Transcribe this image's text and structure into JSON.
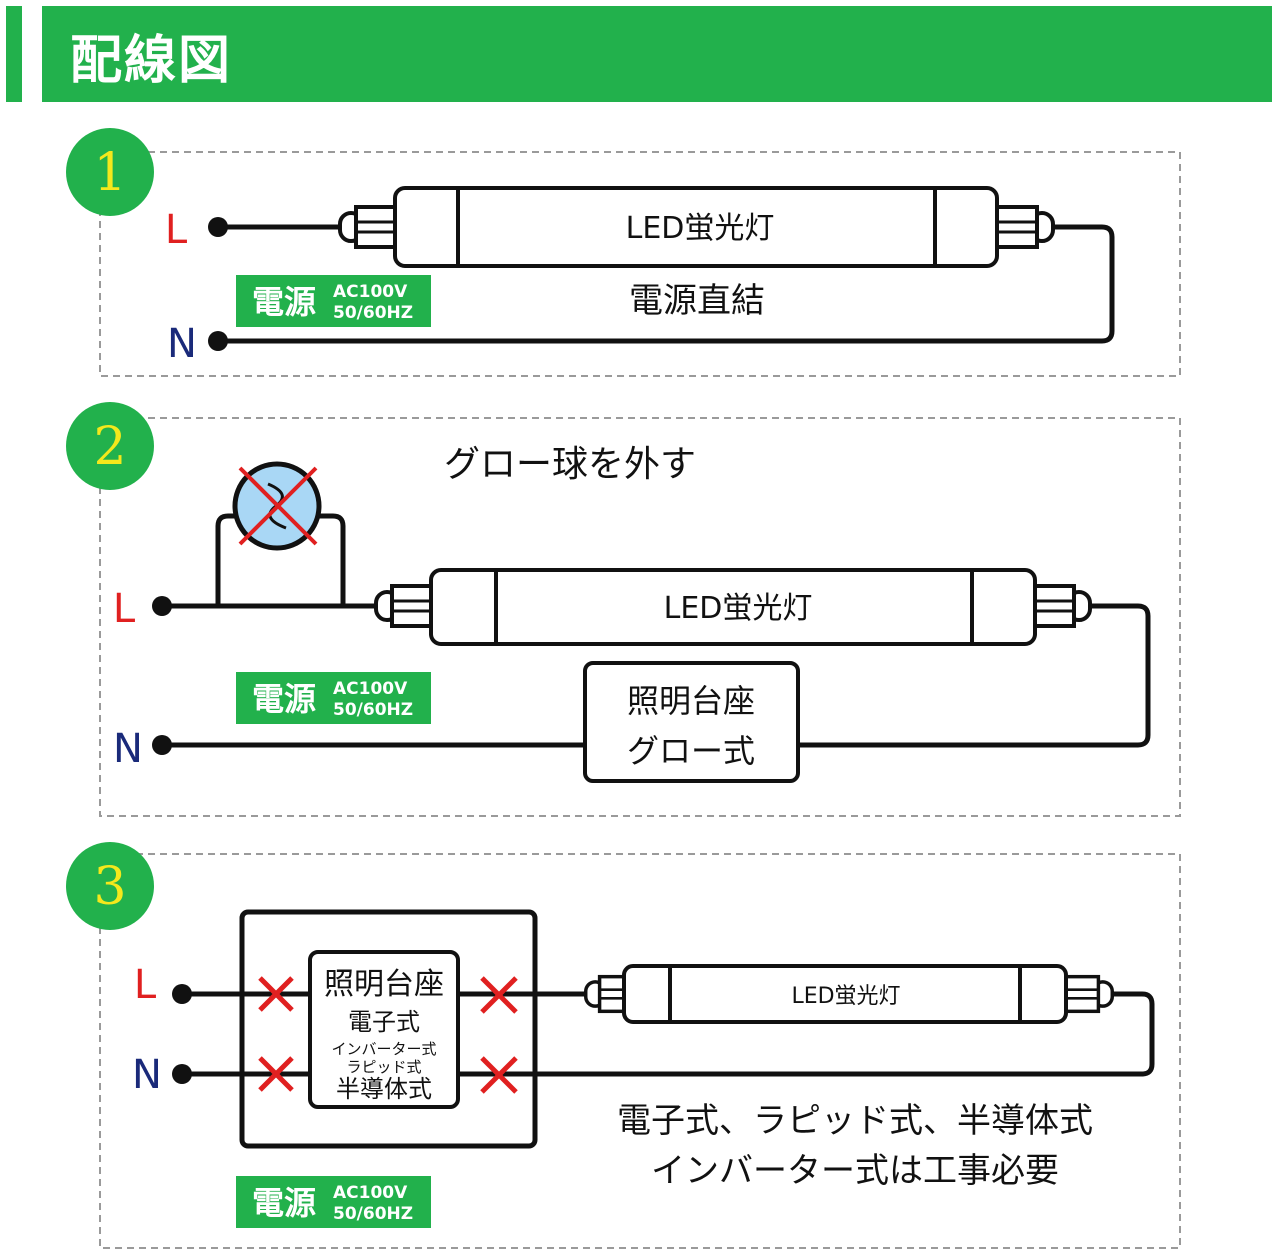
{
  "header": {
    "title": "配線図"
  },
  "colors": {
    "green": "#22b14c",
    "yellow": "#f4e81c",
    "red": "#e02020",
    "navy": "#1a2a7a",
    "wire": "#111111",
    "bulb": "#a9d7f5"
  },
  "sections": [
    {
      "number": "1",
      "tube_label": "LED蛍光灯",
      "caption": "電源直結",
      "terminal_l": "L",
      "terminal_n": "N",
      "power_label": "電源",
      "power_voltage": "AC100V",
      "power_freq": "50/60HZ"
    },
    {
      "number": "2",
      "caption": "グロー球を外す",
      "tube_label": "LED蛍光灯",
      "terminal_l": "L",
      "terminal_n": "N",
      "power_label": "電源",
      "power_voltage": "AC100V",
      "power_freq": "50/60HZ",
      "fixture_line1": "照明台座",
      "fixture_line2": "グロー式"
    },
    {
      "number": "3",
      "tube_label": "LED蛍光灯",
      "terminal_l": "L",
      "terminal_n": "N",
      "power_label": "電源",
      "power_voltage": "AC100V",
      "power_freq": "50/60HZ",
      "fixture_line1": "照明台座",
      "fixture_line2": "電子式",
      "fixture_line3": "インバーター式",
      "fixture_line4": "ラピッド式",
      "fixture_line5": "半導体式",
      "note_line1": "電子式、ラピッド式、半導体式",
      "note_line2": "インバーター式は工事必要"
    }
  ]
}
